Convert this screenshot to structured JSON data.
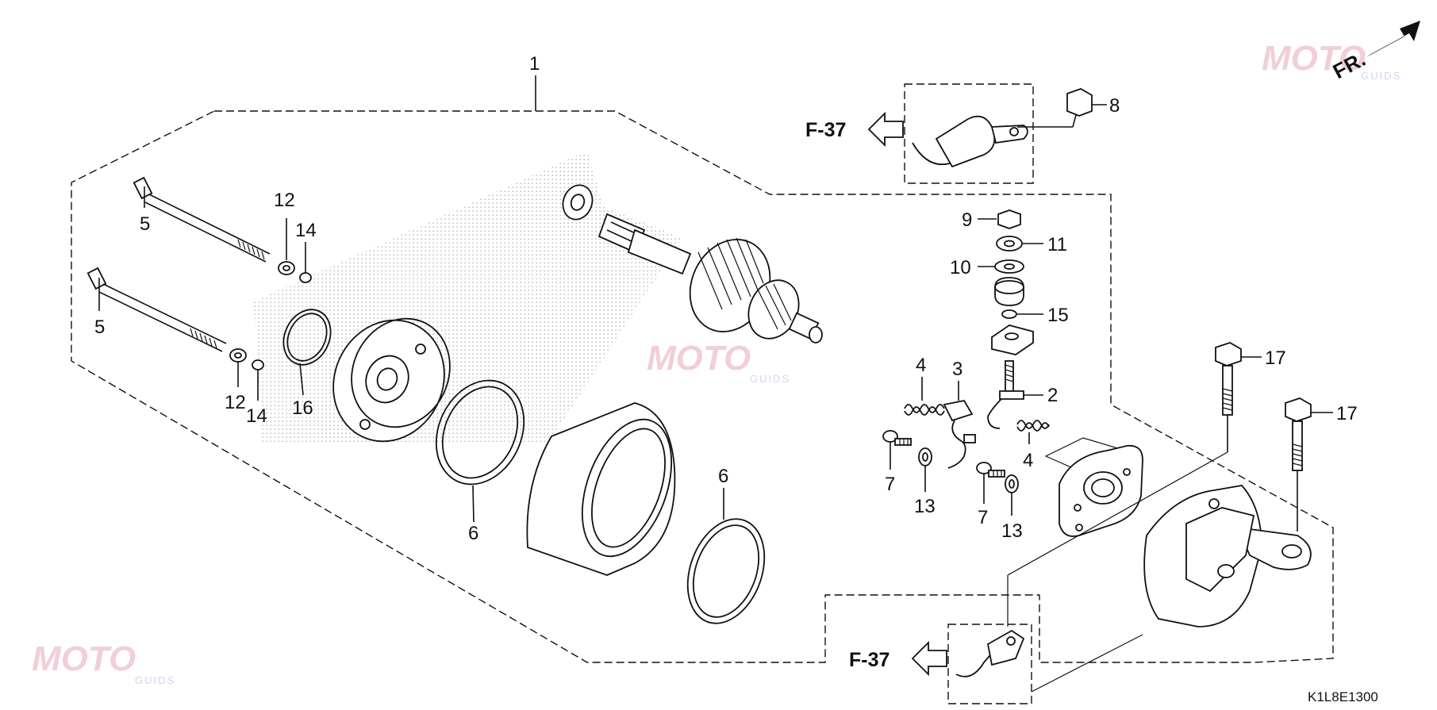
{
  "diagram": {
    "code": "K1L8E1300",
    "direction_label": "FR.",
    "ref_labels": {
      "top": "F-37",
      "bottom": "F-37"
    },
    "watermark": {
      "brand": "MOTO",
      "sub": "GUIDS"
    },
    "callouts": [
      {
        "id": "c1",
        "text": "1"
      },
      {
        "id": "c5a",
        "text": "5"
      },
      {
        "id": "c5b",
        "text": "5"
      },
      {
        "id": "c12a",
        "text": "12"
      },
      {
        "id": "c12b",
        "text": "12"
      },
      {
        "id": "c14a",
        "text": "14"
      },
      {
        "id": "c14b",
        "text": "14"
      },
      {
        "id": "c16",
        "text": "16"
      },
      {
        "id": "c6a",
        "text": "6"
      },
      {
        "id": "c6b",
        "text": "6"
      },
      {
        "id": "c8",
        "text": "8"
      },
      {
        "id": "c9",
        "text": "9"
      },
      {
        "id": "c11",
        "text": "11"
      },
      {
        "id": "c10",
        "text": "10"
      },
      {
        "id": "c15",
        "text": "15"
      },
      {
        "id": "c3",
        "text": "3"
      },
      {
        "id": "c4a",
        "text": "4"
      },
      {
        "id": "c4b",
        "text": "4"
      },
      {
        "id": "c2",
        "text": "2"
      },
      {
        "id": "c7a",
        "text": "7"
      },
      {
        "id": "c7b",
        "text": "7"
      },
      {
        "id": "c13a",
        "text": "13"
      },
      {
        "id": "c13b",
        "text": "13"
      },
      {
        "id": "c17a",
        "text": "17"
      },
      {
        "id": "c17b",
        "text": "17"
      }
    ]
  }
}
